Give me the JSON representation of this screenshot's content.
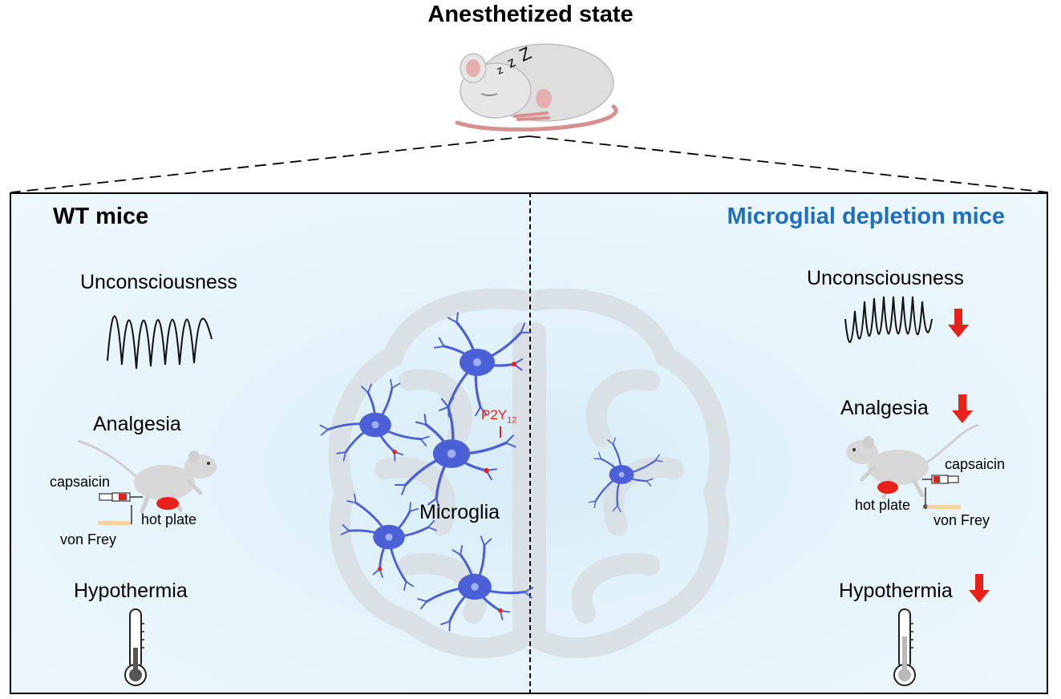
{
  "title": "Anesthetized state",
  "left": {
    "heading": "WT mice",
    "unconsciousness": "Unconsciousness",
    "analgesia": "Analgesia",
    "capsaicin": "capsaicin",
    "hot_plate": "hot plate",
    "von_frey": "von Frey",
    "hypothermia": "Hypothermia"
  },
  "right": {
    "heading": "Microglial depletion mice",
    "unconsciousness": "Unconsciousness",
    "analgesia": "Analgesia",
    "capsaicin": "capsaicin",
    "hot_plate": "hot plate",
    "von_frey": "von Frey",
    "hypothermia": "Hypothermia"
  },
  "center": {
    "microglia": "Microglia",
    "receptor": "P2Y",
    "receptor_sub": "12"
  },
  "colors": {
    "heading_blue": "#1f6fc0",
    "arrow_red": "#e8221b",
    "microglia_blue": "#4b5fd6",
    "panel_bg": "#e4f3fb"
  }
}
